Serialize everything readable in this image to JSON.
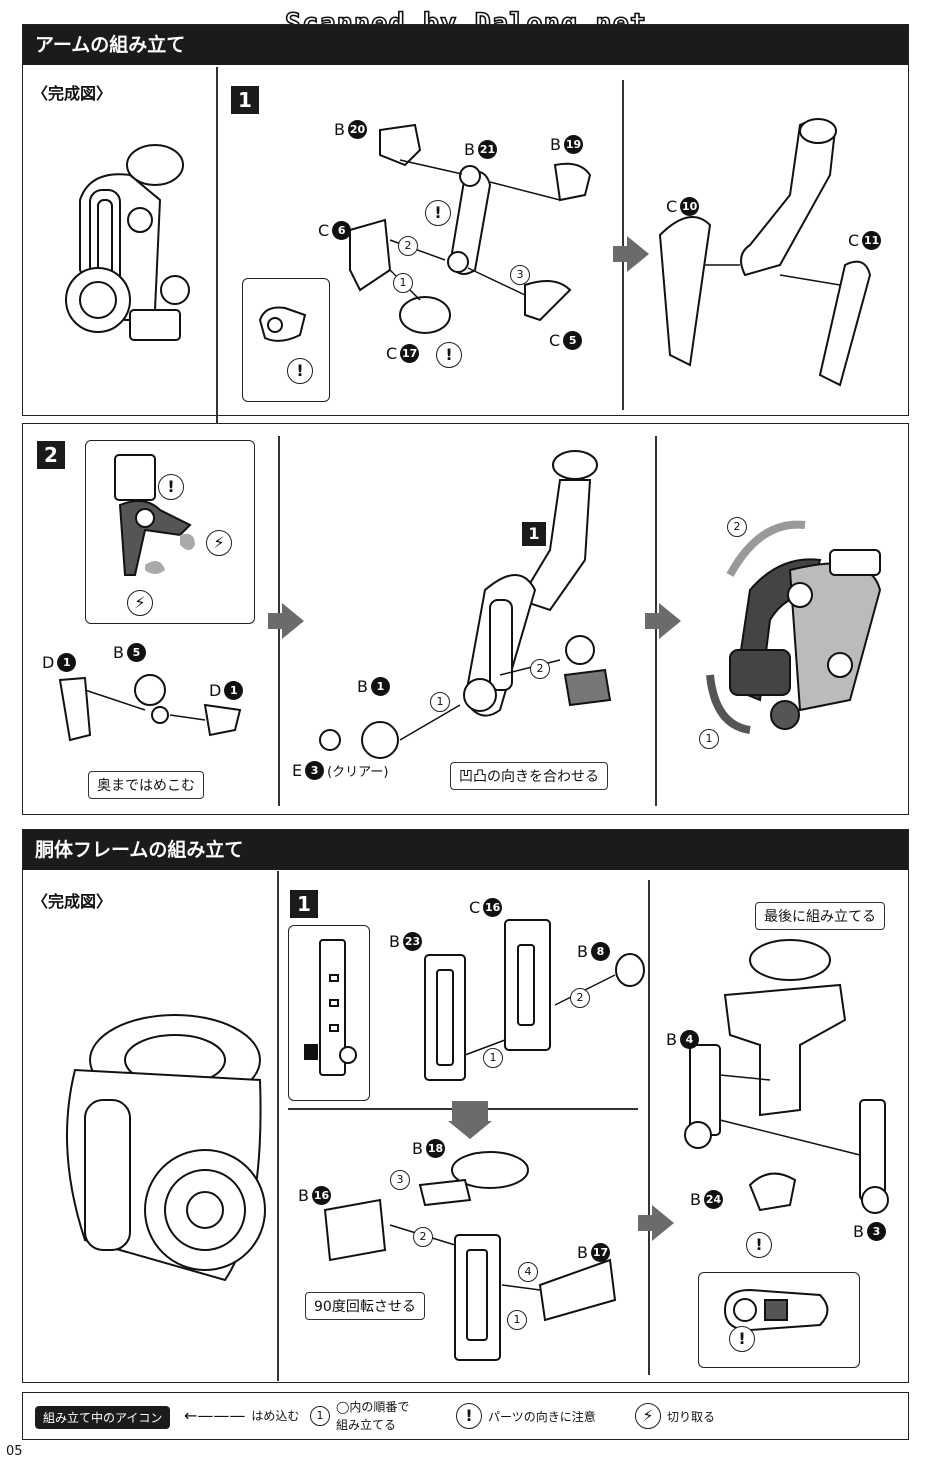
{
  "watermark": "Scanned by Dalong.net",
  "arm_section": {
    "title": "アームの組み立て",
    "complete_label": "〈完成図〉",
    "step1": {
      "number": "1",
      "parts": {
        "b20": "20",
        "b21": "21",
        "b19": "19",
        "c6": "6",
        "c5": "5",
        "c17": "17",
        "c10": "10",
        "c11": "11"
      },
      "order": [
        "1",
        "2",
        "3"
      ]
    },
    "step2": {
      "number": "2",
      "parts": {
        "d1a": "1",
        "b5": "5",
        "d1b": "1",
        "b1": "1",
        "e3": "3"
      },
      "e3_note": "(クリアー)",
      "callout_press": "奥まではめこむ",
      "callout_align": "凹凸の向きを合わせる",
      "inset_step": "1",
      "order": [
        "1",
        "2"
      ]
    }
  },
  "body_section": {
    "title": "胴体フレームの組み立て",
    "complete_label": "〈完成図〉",
    "step1": {
      "number": "1",
      "parts": {
        "b23": "23",
        "c16": "16",
        "b8": "8",
        "b18": "18",
        "b16": "16",
        "b17": "17",
        "b4": "4",
        "b24": "24",
        "b3": "3"
      },
      "callout_rotate": "90度回転させる",
      "callout_last": "最後に組み立てる",
      "order": [
        "1",
        "2",
        "3",
        "4"
      ]
    }
  },
  "legend": {
    "tag": "組み立て中のアイコン",
    "arrow_text": "はめ込む",
    "order_text_1": "◯内の順番で",
    "order_text_2": "組み立てる",
    "order_icon": "1",
    "caution_text": "パーツの向きに注意",
    "cut_text": "切り取る"
  },
  "page_number": "05",
  "letters": {
    "B": "B",
    "C": "C",
    "D": "D",
    "E": "E"
  },
  "icons": [
    "caution-icon",
    "cut-icon",
    "arrow-icon"
  ]
}
